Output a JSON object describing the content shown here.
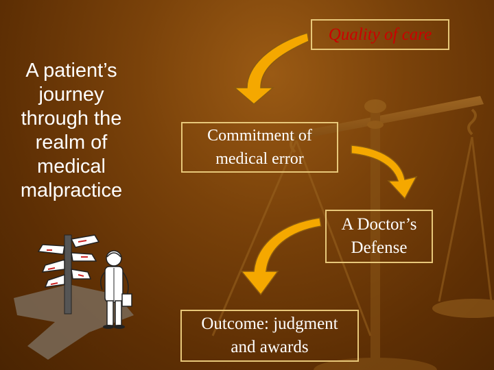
{
  "title": "A patient’s journey through the realm of medical malpractice",
  "steps": {
    "quality": "Quality of care",
    "commitment": "Commitment of\nmedical error",
    "defense": "A Doctor’s\nDefense",
    "outcome": "Outcome: judgment\nand awards"
  },
  "colors": {
    "background": "#6b3806",
    "arrow_fill": "#f5a800",
    "box_border": "#e8c87a",
    "quality_text": "#cc0000"
  },
  "icons": [
    "balance-scale-icon",
    "signpost-person-icon",
    "curved-arrow-icon"
  ]
}
